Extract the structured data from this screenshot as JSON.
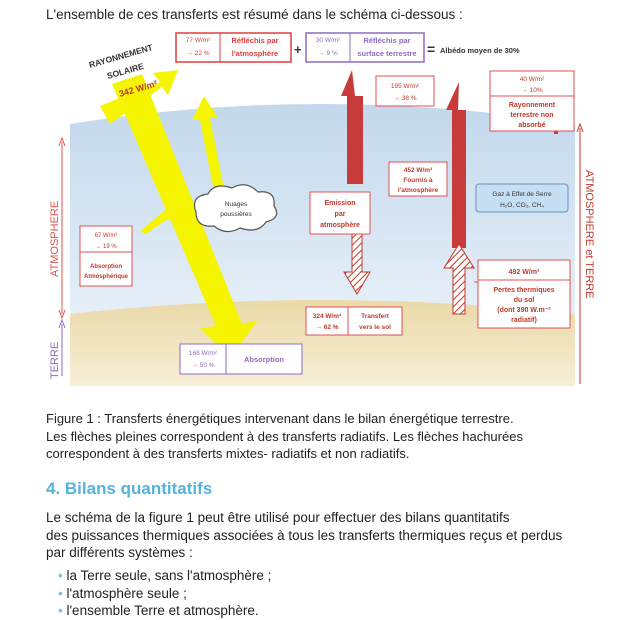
{
  "intro": "L'ensemble de ces transferts est résumé dans le schéma ci-dessous :",
  "diagram": {
    "box_reflected_atm": {
      "value": "77 W/m²",
      "pct": "→ 22 %",
      "label1": "Réfléchis par",
      "label2": "l'atmosphère"
    },
    "plus": "+",
    "box_reflected_surface": {
      "value": "30 W/m²",
      "pct": "→ 9 %",
      "label1": "Réfléchis par",
      "label2": "surface terrestre"
    },
    "equals": "=",
    "albedo": "Albédo moyen de 30%",
    "solar_label1": "RAYONNEMENT",
    "solar_label2": "SOLAIRE",
    "solar_value": "342 W/m²",
    "box_atm_to_space": {
      "value": "195 W/m²",
      "pct": "→ 38 %"
    },
    "box_nonabsorbed": {
      "value": "40 W/m²",
      "pct": "→ 10%",
      "label1": "Rayonnement",
      "label2": "terrestre non",
      "label3": "absorbé"
    },
    "box_provided_atm": {
      "value": "452 W/m²",
      "label1": "Fournis à",
      "label2": "l'atmosphère"
    },
    "box_emission": {
      "label1": "Emission",
      "label2": "par",
      "label3": "atmosphère"
    },
    "cloud_label1": "Nuages",
    "cloud_label2": "poussières",
    "box_absorption_atm": {
      "value": "67 W/m²",
      "pct": "→ 19 %",
      "label1": "Absorption",
      "label2": "Atmosphérique"
    },
    "box_greenhouse": {
      "label1": "Gaz à Effet de Serre",
      "label2": "H₂O, CO₂, CH₄"
    },
    "box_ground_losses": {
      "value": "492 W/m²",
      "label1": "Pertes thermiques",
      "label2": "du sol",
      "label3": "(dont 390 W.m⁻²",
      "label4": "radiatif)"
    },
    "box_transfer_ground": {
      "value": "324 W/m²",
      "pct": "→ 62 %",
      "label1": "Transfert",
      "label2": "vers le sol"
    },
    "box_absorption_ground": {
      "value": "168 W/m²",
      "pct": "→ 50 %",
      "label": "Absorption"
    },
    "side_atmosphere": "ATMOSPHERE",
    "side_terre": "TERRE",
    "side_atm_terre": "ATMOSPHERE et TERRE",
    "colors": {
      "red": "#c0392b",
      "purple": "#8e6bbf",
      "yellow": "#f5f500",
      "sky": "#d4e5f3",
      "ground": "#eadcb2"
    }
  },
  "caption": {
    "line1": "Figure 1 : Transferts énergétiques intervenant dans le bilan énergétique terrestre.",
    "line2": "Les flèches pleines correspondent à des transferts radiatifs. Les flèches hachurées",
    "line3": "correspondent à des transferts mixtes- radiatifs et non radiatifs."
  },
  "section_title": "4. Bilans quantitatifs",
  "paragraph": {
    "line1": "Le schéma de la figure 1 peut être utilisé pour effectuer des bilans quantitatifs",
    "line2": "des puissances thermiques associées à tous les transferts thermiques reçus et perdus",
    "line3": "par différents systèmes :"
  },
  "bullets": [
    "la Terre seule, sans l'atmosphère ;",
    "l'atmosphère seule ;",
    "l'ensemble Terre et atmosphère."
  ]
}
